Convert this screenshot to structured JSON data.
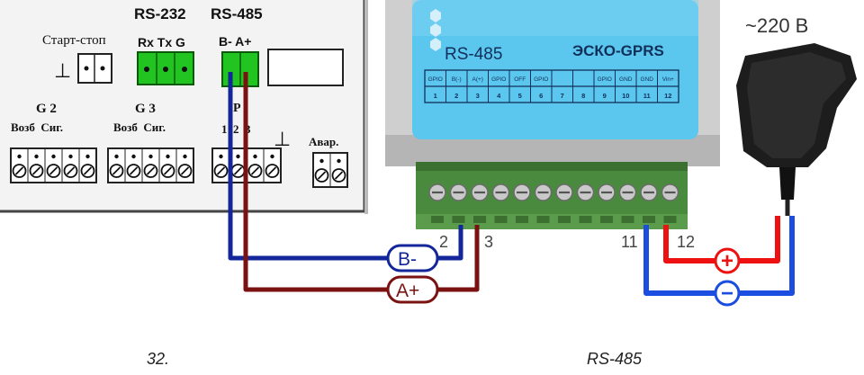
{
  "controller": {
    "start_stop_label": "Старт-стоп",
    "ground_symbol": "⊥",
    "rs232_title": "RS-232",
    "rs485_title": "RS-485",
    "rs232_pins": "Rx Tx G",
    "rs485_pins": "B- A+",
    "g2_title": "G 2",
    "g3_title": "G 3",
    "vozb_sig": "Возб  Сиг.",
    "p_label": "P",
    "relay_pins": "1  2  3",
    "avar_label": "Авар."
  },
  "module": {
    "bus_label": "RS-485",
    "name": "ЭСКО-GPRS",
    "top_labels": [
      "GPIO",
      "B(-)",
      "A(+)",
      "GPIO",
      "OFF",
      "GPIO",
      "",
      "",
      "GPIO",
      "GND",
      "GND",
      "Vin+"
    ],
    "pin_numbers": [
      "1",
      "2",
      "3",
      "4",
      "5",
      "6",
      "7",
      "8",
      "9",
      "10",
      "11",
      "12"
    ]
  },
  "adapter": {
    "voltage": "~220 В"
  },
  "wiring": {
    "terminal_2": "2",
    "terminal_3": "3",
    "terminal_11": "11",
    "terminal_12": "12",
    "b_minus_label": "B-",
    "a_plus_label": "A+",
    "plus_symbol": "+",
    "minus_symbol": "−"
  },
  "captions": {
    "left": "32.",
    "right": "RS-485"
  },
  "colors": {
    "b_wire": "#13269a",
    "a_wire": "#7a1212",
    "plus_wire": "#ee1111",
    "minus_wire": "#1a4de0",
    "terminal_green": "#22c422",
    "module_blue": "#5bc6ee"
  }
}
